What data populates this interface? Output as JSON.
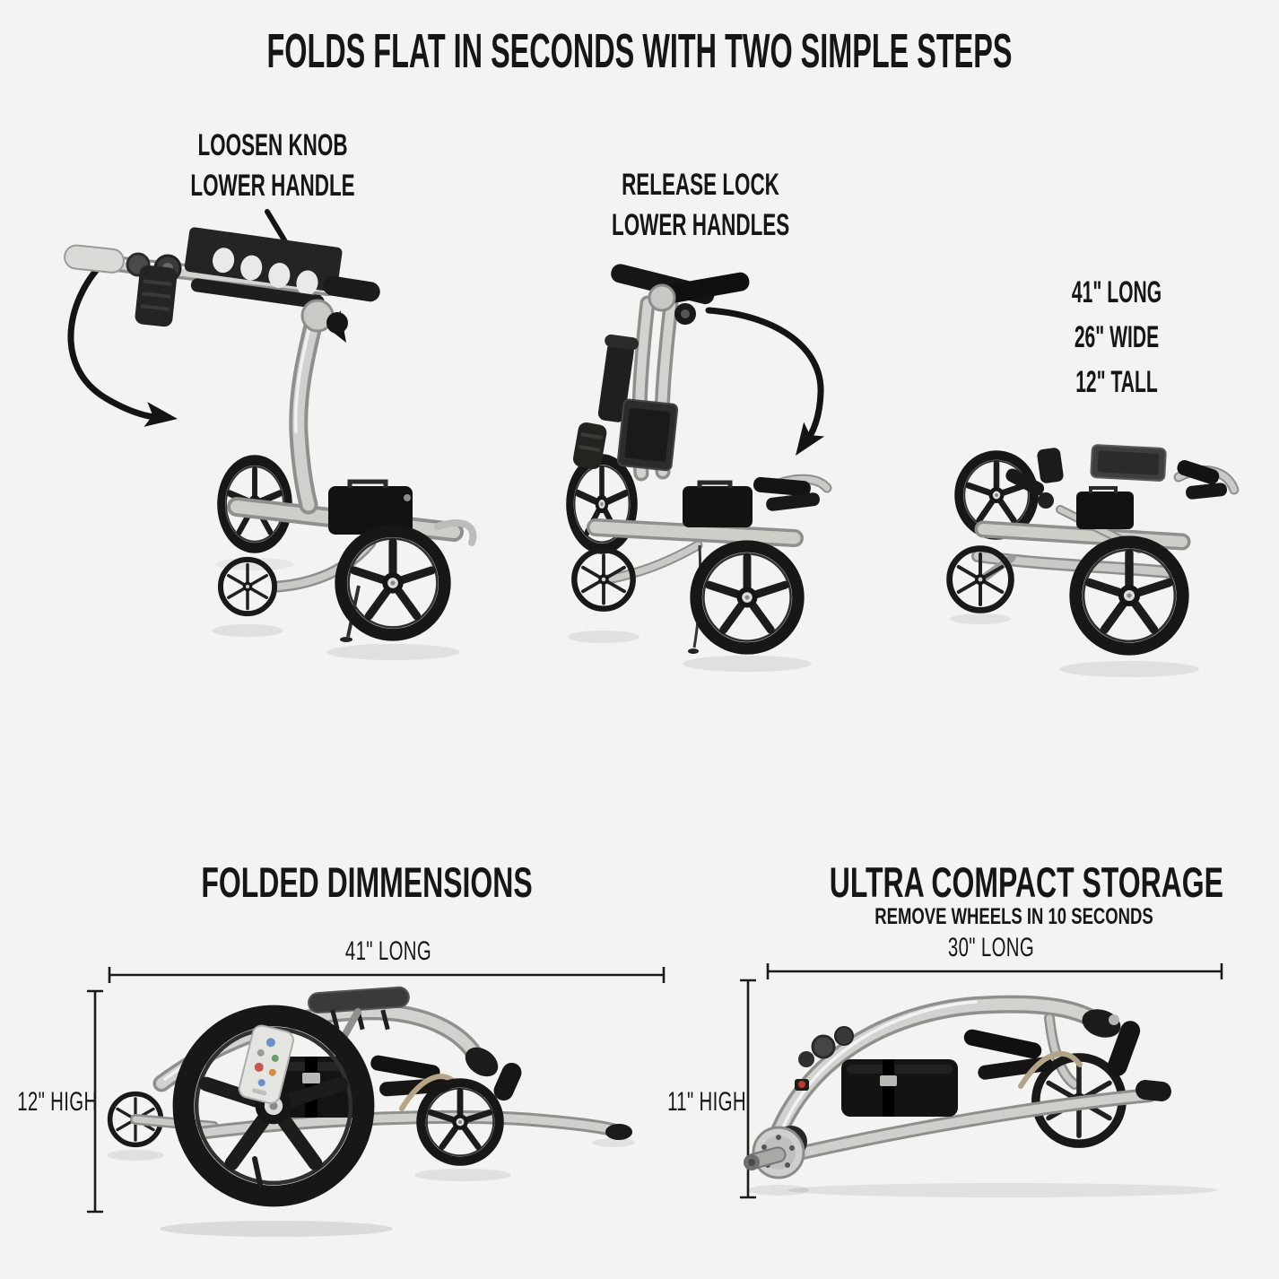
{
  "page": {
    "background_color": "#f3f3f1",
    "text_color": "#161616"
  },
  "header": {
    "title": "FOLDS FLAT IN SECONDS WITH TWO SIMPLE STEPS"
  },
  "fold_steps": {
    "step1": {
      "line1": "LOOSEN KNOB",
      "line2": "LOWER HANDLE"
    },
    "step2": {
      "line1": "RELEASE LOCK",
      "line2": "LOWER HANDLES"
    },
    "folded_size": {
      "length": "41\" LONG",
      "width": "26\" WIDE",
      "height": "12\" TALL"
    }
  },
  "folded_dimensions": {
    "heading": "FOLDED DIMMENSIONS",
    "length_label": "41\" LONG",
    "height_label": "12\" HIGH"
  },
  "compact_storage": {
    "heading": "ULTRA COMPACT STORAGE",
    "subheading": "REMOVE WHEELS IN 10 SECONDS",
    "length_label": "30\" LONG",
    "height_label": "11\" HIGH"
  }
}
